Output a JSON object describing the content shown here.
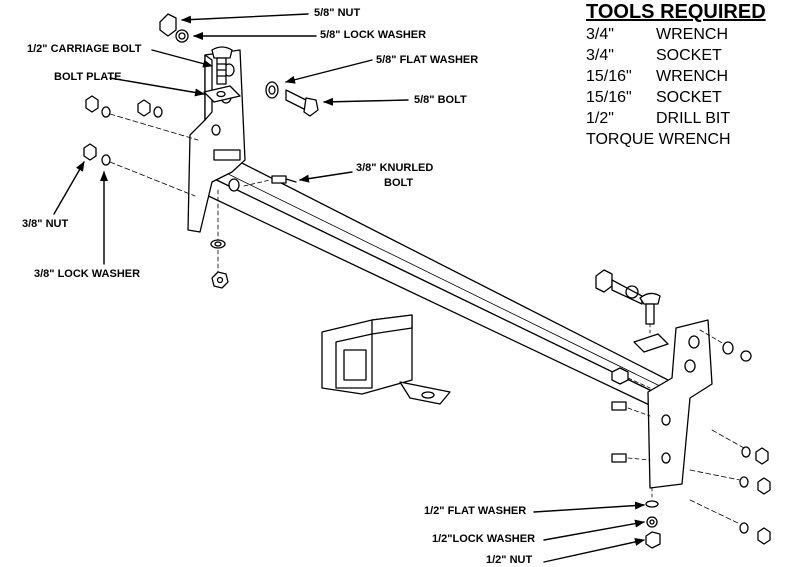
{
  "callouts": {
    "nut_58": "5/8\"  NUT",
    "lock_washer_58": "5/8\" LOCK WASHER",
    "carriage_bolt_12": "1/2\" CARRIAGE BOLT",
    "flat_washer_58": "5/8\" FLAT WASHER",
    "bolt_plate": "BOLT PLATE",
    "bolt_58": "5/8\" BOLT",
    "knurled_bolt_38_line1": "3/8\" KNURLED",
    "knurled_bolt_38_line2": "BOLT",
    "nut_38": "3/8\" NUT",
    "lock_washer_38": "3/8\" LOCK WASHER",
    "flat_washer_12": "1/2\" FLAT WASHER",
    "lock_washer_12": "1/2\"LOCK WASHER",
    "nut_12": "1/2\" NUT"
  },
  "tools": {
    "title": "TOOLS REQUIRED",
    "items": [
      {
        "size": "3/4\"",
        "name": "WRENCH"
      },
      {
        "size": "3/4\"",
        "name": "SOCKET"
      },
      {
        "size": "15/16\"",
        "name": "WRENCH"
      },
      {
        "size": "15/16\"",
        "name": "SOCKET"
      },
      {
        "size": "1/2\"",
        "name": "DRILL BIT"
      },
      {
        "size": "",
        "name": "TORQUE WRENCH"
      }
    ]
  }
}
